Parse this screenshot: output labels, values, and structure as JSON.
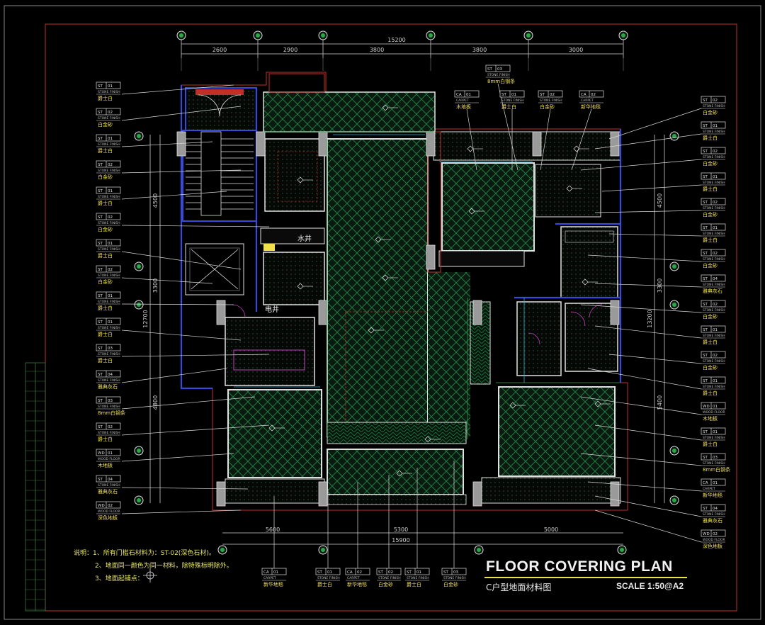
{
  "sheet": {
    "title": "FLOOR COVERING PLAN",
    "subtitle": "C户型地面材料图",
    "scale": "SCALE 1:50@A2"
  },
  "notes": [
    "说明：1、所有门槛石材料为：ST-02(深色石材)。",
    "2、地面同一颜色为同一材料，除特殊标明除外。",
    "3、地面起铺点："
  ],
  "dimensions": {
    "top_total": "15200",
    "top_segments": [
      "2600",
      "2900",
      "3800",
      "3800",
      "3000"
    ],
    "bottom_segments": [
      "5600",
      "5300",
      "5000"
    ],
    "bottom_total": "15900",
    "left_segments": [
      "4500",
      "3300",
      "4800"
    ],
    "left_total": "12700",
    "right_segments": [
      "4500",
      "3300",
      "5400"
    ],
    "right_total": "13200"
  },
  "room_labels": {
    "water_shaft": "水井",
    "electric_shaft": "电井"
  },
  "left_tags": [
    {
      "code": "ST 01",
      "name": "STONE FINISH",
      "material": "爵士白"
    },
    {
      "code": "ST 02",
      "name": "STONE FINISH",
      "material": "白金砂"
    },
    {
      "code": "ST 01",
      "name": "STONE FINISH",
      "material": "爵士白"
    },
    {
      "code": "ST 02",
      "name": "STONE FINISH",
      "material": "白金砂"
    },
    {
      "code": "ST 01",
      "name": "STONE FINISH",
      "material": "爵士白"
    },
    {
      "code": "ST 02",
      "name": "STONE FINISH",
      "material": "白金砂"
    },
    {
      "code": "ST 01",
      "name": "STONE FINISH",
      "material": "爵士白"
    },
    {
      "code": "ST 02",
      "name": "STONE FINISH",
      "material": "白金砂"
    },
    {
      "code": "ST 01",
      "name": "STONE FINISH",
      "material": "爵士白"
    },
    {
      "code": "ST 01",
      "name": "STONE FINISH",
      "material": "爵士白"
    },
    {
      "code": "ST 03",
      "name": "STONE FINISH",
      "material": "爵士白"
    },
    {
      "code": "ST 04",
      "name": "STONE FINISH",
      "material": "雅典灰石"
    },
    {
      "code": "ST 03",
      "name": "STONE FINISH",
      "material": "8mm白钢条"
    },
    {
      "code": "ST 02",
      "name": "STONE FINISH",
      "material": "爵士白"
    },
    {
      "code": "WD 01",
      "name": "WOOD FLOOR",
      "material": "木地板"
    },
    {
      "code": "ST 04",
      "name": "STONE FINISH",
      "material": "雅典灰石"
    },
    {
      "code": "WD 02",
      "name": "WOOD FLOOR",
      "material": "深色地板"
    }
  ],
  "right_tags": [
    {
      "code": "ST 02",
      "name": "STONE FINISH",
      "material": "白金砂"
    },
    {
      "code": "ST 01",
      "name": "STONE FINISH",
      "material": "爵士白"
    },
    {
      "code": "ST 02",
      "name": "STONE FINISH",
      "material": "白金砂"
    },
    {
      "code": "ST 01",
      "name": "STONE FINISH",
      "material": "爵士白"
    },
    {
      "code": "ST 02",
      "name": "STONE FINISH",
      "material": "白金砂"
    },
    {
      "code": "ST 01",
      "name": "STONE FINISH",
      "material": "爵士白"
    },
    {
      "code": "ST 02",
      "name": "STONE FINISH",
      "material": "白金砂"
    },
    {
      "code": "ST 04",
      "name": "STONE FINISH",
      "material": "雅典灰石"
    },
    {
      "code": "ST 02",
      "name": "STONE FINISH",
      "material": "白金砂"
    },
    {
      "code": "ST 01",
      "name": "STONE FINISH",
      "material": "爵士白"
    },
    {
      "code": "ST 02",
      "name": "STONE FINISH",
      "material": "白金砂"
    },
    {
      "code": "ST 01",
      "name": "STONE FINISH",
      "material": "爵士白"
    },
    {
      "code": "WD 01",
      "name": "WOOD FLOOR",
      "material": "木地板"
    },
    {
      "code": "ST 01",
      "name": "STONE FINISH",
      "material": "爵士白"
    },
    {
      "code": "ST 03",
      "name": "STONE FINISH",
      "material": "8mm白钢条"
    },
    {
      "code": "CA 01",
      "name": "CARPET",
      "material": "新华地毯"
    },
    {
      "code": "ST 04",
      "name": "STONE FINISH",
      "material": "雅典灰石"
    },
    {
      "code": "WD 02",
      "name": "WOOD FLOOR",
      "material": "深色地板"
    }
  ],
  "top_tags": [
    {
      "code": "ST 03",
      "name": "STONE FINISH",
      "material": "8mm白钢条"
    },
    {
      "code": "CA 01",
      "name": "CARPET",
      "material": "木地板"
    },
    {
      "code": "ST 01",
      "name": "STONE FINISH",
      "material": "爵士白"
    },
    {
      "code": "ST 02",
      "name": "STONE FINISH",
      "material": "白金砂"
    },
    {
      "code": "CA 02",
      "name": "CARPET",
      "material": "新华地毯"
    }
  ],
  "bottom_tags": [
    {
      "code": "CA 01",
      "name": "CARPET",
      "material": "新华地毯"
    },
    {
      "code": "ST 01",
      "name": "STONE FINISH",
      "material": "爵士白"
    },
    {
      "code": "CA 02",
      "name": "CARPET",
      "material": "新华地毯"
    },
    {
      "code": "ST 02",
      "name": "STONE FINISH",
      "material": "白金砂"
    },
    {
      "code": "ST 01",
      "name": "STONE FINISH",
      "material": "爵士白"
    },
    {
      "code": "ST 03",
      "name": "STONE FINISH",
      "material": "白金砂"
    }
  ],
  "colors": {
    "background": "#000000",
    "frame": "#c0302a",
    "wall": "#e0e0e0",
    "hatch": "#1a7a3a",
    "leader": "#e6e6e6",
    "accent_yellow": "#f0e04a",
    "cyan": "#22b8d8",
    "magenta": "#c040c0",
    "blue_wall": "#3a4ad8"
  }
}
